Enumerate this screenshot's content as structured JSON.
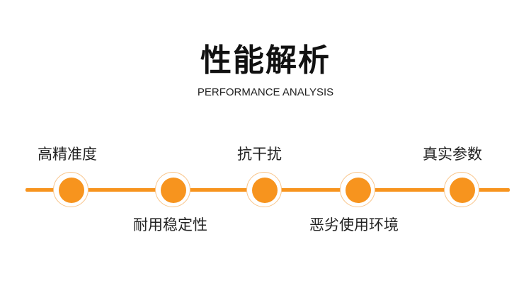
{
  "heading": {
    "title": "性能解析",
    "subtitle": "PERFORMANCE ANALYSIS"
  },
  "timeline": {
    "accent_color": "#f7941e",
    "ring_color": "#f9c58a",
    "items": [
      {
        "label": "高精准度"
      },
      {
        "label": "耐用稳定性"
      },
      {
        "label": "抗干扰"
      },
      {
        "label": "恶劣使用环境"
      },
      {
        "label": "真实参数"
      }
    ]
  }
}
